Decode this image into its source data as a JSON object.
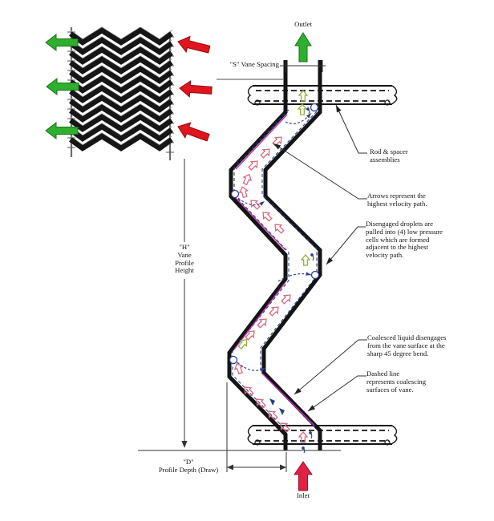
{
  "flow": {
    "outlet_label": "Outlet",
    "inlet_label": "Inlet"
  },
  "dimensions": {
    "spacing_label": "\"S\" Vane Spacing",
    "height_label": "\"H\"\nVane\nProfile\nHeight",
    "depth_label": "\"D\"\nProfile Depth (Draw)"
  },
  "annotations": {
    "rod_spacer": "Rod & spacer\nassemblies",
    "velocity_path": "Arrows represent the\nhighest velocity path.",
    "droplets": "Disengaged droplets are\npulled into (4) low pressure\ncells which are formed\nadjacent to the highest\nvelocity path.",
    "coalesced": "Coalesced liquid disengages\nfrom the vane surface at the\nsharp 45 degree bend.",
    "dashed_line": "Dashed line\nrepresents coalescing\nsurfaces of vane."
  },
  "colors": {
    "outlet_green": "#2eb02e",
    "inlet_red": "#e02045",
    "vane_black": "#141414",
    "velocity_arrow_pink": "#d96880",
    "cell_arrow_green": "#8fae3f",
    "droplet_navy": "#2a3f8f",
    "coalescing_magenta": "#c232b4",
    "leader_gray": "#333333"
  }
}
